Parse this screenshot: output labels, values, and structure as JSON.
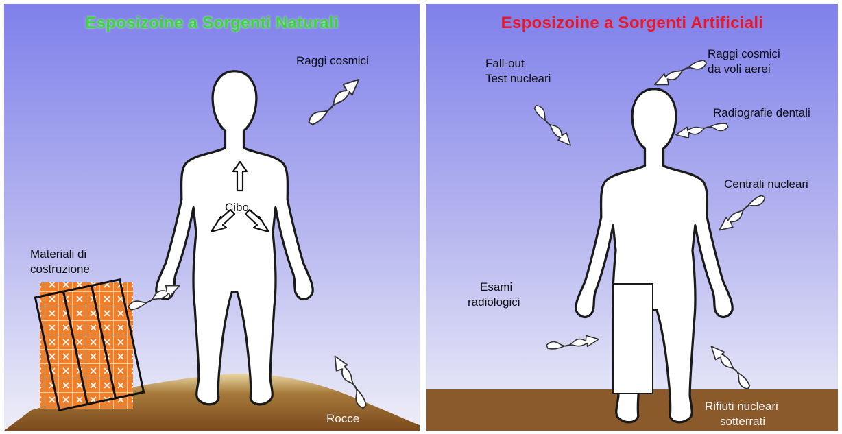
{
  "colors": {
    "title_left": "#3cd63c",
    "title_right": "#e8182a",
    "sky_top": "#7f80ea",
    "sky_bottom": "#eeeef8",
    "ground_left": "#8a5a24",
    "ground_right": "#8b5a2b",
    "bricks": "#f07f2c"
  },
  "left_panel": {
    "title": "Esposizoine a Sorgenti Naturali",
    "labels": {
      "cosmic_rays": "Raggi cosmici",
      "food": "Cibo",
      "building_materials_line1": "Materiali di",
      "building_materials_line2": "costruzione",
      "rocks": "Rocce"
    }
  },
  "right_panel": {
    "title": "Esposizoine a Sorgenti  Artificiali",
    "labels": {
      "fallout_line1": "Fall-out",
      "fallout_line2": "Test nucleari",
      "flights_line1": "Raggi cosmici",
      "flights_line2": "da voli aerei",
      "dental": "Radiografie dentali",
      "plants": "Centrali nucleari",
      "exams_line1": "Esami",
      "exams_line2": "radiologici",
      "waste_line1": "Rifiuti nucleari",
      "waste_line2": "sotterrati"
    }
  }
}
